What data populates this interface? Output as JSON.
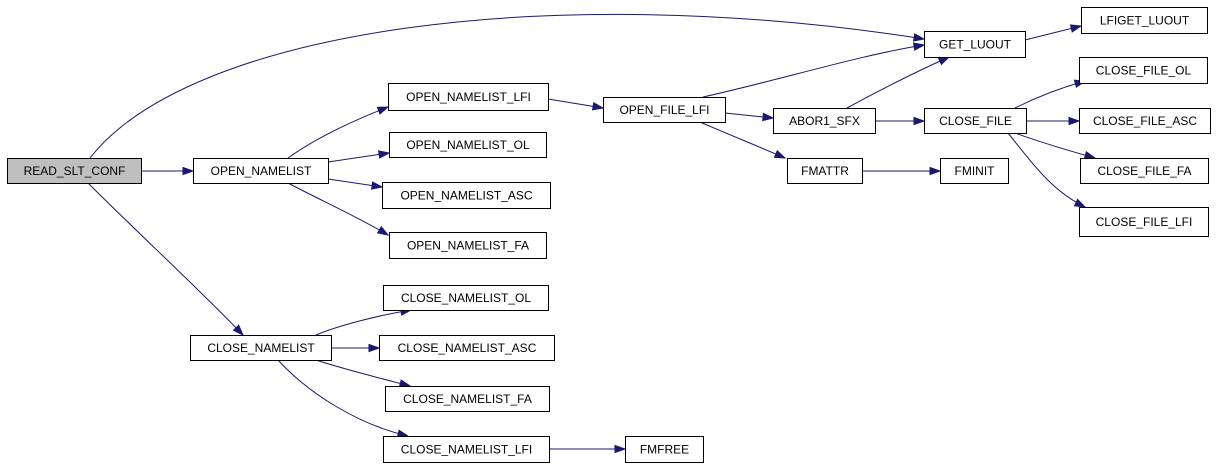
{
  "graph": {
    "root": "read_slt_conf",
    "colors": {
      "edge": "#191970",
      "root_fill": "#bfbfbf",
      "node_fill": "#ffffff",
      "node_stroke": "#000000"
    },
    "nodes": [
      {
        "id": "read_slt_conf",
        "label": "READ_SLT_CONF"
      },
      {
        "id": "open_namelist",
        "label": "OPEN_NAMELIST"
      },
      {
        "id": "close_namelist",
        "label": "CLOSE_NAMELIST"
      },
      {
        "id": "open_namelist_lfi",
        "label": "OPEN_NAMELIST_LFI"
      },
      {
        "id": "open_namelist_ol",
        "label": "OPEN_NAMELIST_OL"
      },
      {
        "id": "open_namelist_asc",
        "label": "OPEN_NAMELIST_ASC"
      },
      {
        "id": "open_namelist_fa",
        "label": "OPEN_NAMELIST_FA"
      },
      {
        "id": "close_namelist_ol",
        "label": "CLOSE_NAMELIST_OL"
      },
      {
        "id": "close_namelist_asc",
        "label": "CLOSE_NAMELIST_ASC"
      },
      {
        "id": "close_namelist_fa",
        "label": "CLOSE_NAMELIST_FA"
      },
      {
        "id": "close_namelist_lfi",
        "label": "CLOSE_NAMELIST_LFI"
      },
      {
        "id": "open_file_lfi",
        "label": "OPEN_FILE_LFI"
      },
      {
        "id": "fmfree",
        "label": "FMFREE"
      },
      {
        "id": "abor1_sfx",
        "label": "ABOR1_SFX"
      },
      {
        "id": "fmattr",
        "label": "FMATTR"
      },
      {
        "id": "get_luout",
        "label": "GET_LUOUT"
      },
      {
        "id": "close_file",
        "label": "CLOSE_FILE"
      },
      {
        "id": "fminit",
        "label": "FMINIT"
      },
      {
        "id": "lfiget_luout",
        "label": "LFIGET_LUOUT"
      },
      {
        "id": "close_file_ol",
        "label": "CLOSE_FILE_OL"
      },
      {
        "id": "close_file_asc",
        "label": "CLOSE_FILE_ASC"
      },
      {
        "id": "close_file_fa",
        "label": "CLOSE_FILE_FA"
      },
      {
        "id": "close_file_lfi",
        "label": "CLOSE_FILE_LFI"
      }
    ],
    "edges": [
      {
        "from": "read_slt_conf",
        "to": "get_luout"
      },
      {
        "from": "read_slt_conf",
        "to": "open_namelist"
      },
      {
        "from": "read_slt_conf",
        "to": "close_namelist"
      },
      {
        "from": "open_namelist",
        "to": "open_namelist_lfi"
      },
      {
        "from": "open_namelist",
        "to": "open_namelist_ol"
      },
      {
        "from": "open_namelist",
        "to": "open_namelist_asc"
      },
      {
        "from": "open_namelist",
        "to": "open_namelist_fa"
      },
      {
        "from": "open_namelist_lfi",
        "to": "open_file_lfi"
      },
      {
        "from": "open_file_lfi",
        "to": "get_luout"
      },
      {
        "from": "open_file_lfi",
        "to": "abor1_sfx"
      },
      {
        "from": "open_file_lfi",
        "to": "fmattr"
      },
      {
        "from": "abor1_sfx",
        "to": "get_luout"
      },
      {
        "from": "abor1_sfx",
        "to": "close_file"
      },
      {
        "from": "get_luout",
        "to": "lfiget_luout"
      },
      {
        "from": "fmattr",
        "to": "fminit"
      },
      {
        "from": "close_file",
        "to": "close_file_ol"
      },
      {
        "from": "close_file",
        "to": "close_file_asc"
      },
      {
        "from": "close_file",
        "to": "close_file_fa"
      },
      {
        "from": "close_file",
        "to": "close_file_lfi"
      },
      {
        "from": "close_namelist",
        "to": "close_namelist_ol"
      },
      {
        "from": "close_namelist",
        "to": "close_namelist_asc"
      },
      {
        "from": "close_namelist",
        "to": "close_namelist_fa"
      },
      {
        "from": "close_namelist",
        "to": "close_namelist_lfi"
      },
      {
        "from": "close_namelist_lfi",
        "to": "fmfree"
      }
    ]
  }
}
